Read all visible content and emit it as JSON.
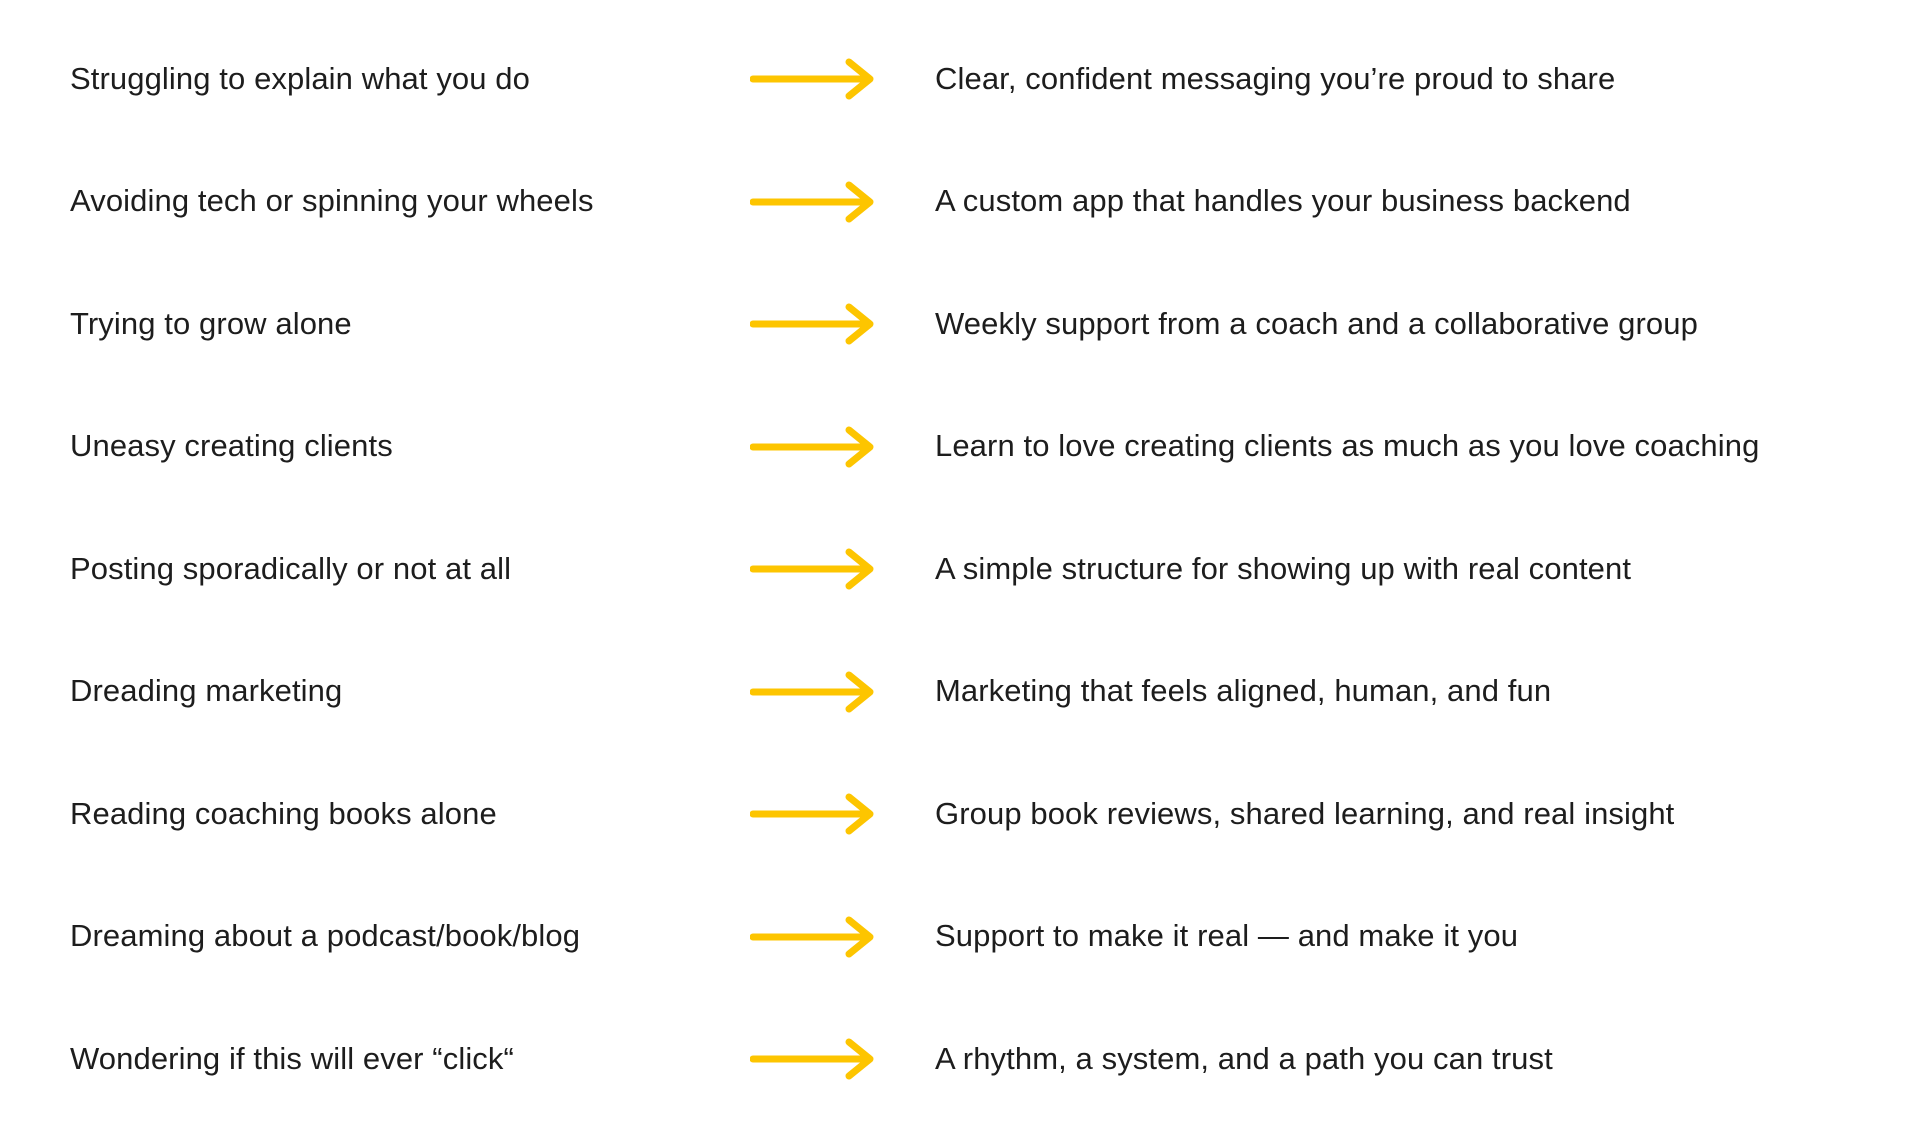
{
  "page": {
    "background_color": "#ffffff",
    "text_color": "#1d1d1d",
    "accent_color": "#FDC500",
    "arrow_icon_name": "right-arrow-icon"
  },
  "rows": [
    {
      "before": "Struggling to explain what you do",
      "after": "Clear, confident messaging you’re proud to share"
    },
    {
      "before": "Avoiding tech or spinning your wheels",
      "after": "A custom app that handles your business backend"
    },
    {
      "before": "Trying to grow alone",
      "after": "Weekly support from a coach and a collaborative group"
    },
    {
      "before": "Uneasy creating clients",
      "after": "Learn to love creating clients as much as you love coaching"
    },
    {
      "before": "Posting sporadically or not at all",
      "after": "A simple structure for showing up with real content"
    },
    {
      "before": "Dreading marketing",
      "after": "Marketing that feels aligned, human, and fun"
    },
    {
      "before": "Reading coaching books alone",
      "after": "Group book reviews, shared learning, and real insight"
    },
    {
      "before": "Dreaming about a podcast/book/blog",
      "after": "Support to make it real — and make it you"
    },
    {
      "before": "Wondering if this will ever “click“",
      "after": "A rhythm, a system, and a path you can trust"
    }
  ]
}
